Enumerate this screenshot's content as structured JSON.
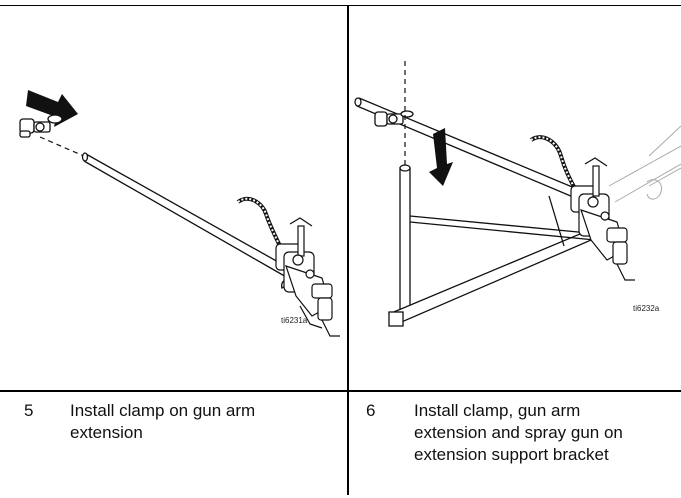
{
  "panels": [
    {
      "figure_id": "ti6231a",
      "step_number": "5",
      "caption": "Install clamp on gun arm\nextension"
    },
    {
      "figure_id": "ti6232a",
      "step_number": "6",
      "caption": "Install clamp, gun arm\nextension and spray gun on\nextension support bracket"
    }
  ]
}
